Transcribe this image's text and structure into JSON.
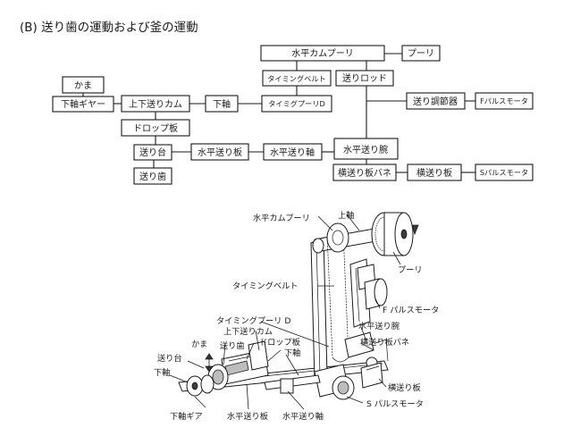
{
  "section_title": "(B)  送り歯の運動および釜の運動",
  "flow_boxes": {
    "kama": "かま",
    "kajiku_gear": "下軸ギヤー",
    "joge_okuri_cam": "上下送りカム",
    "kajiku": "下軸",
    "timing_pulley_d": "タイミグプーリD",
    "timing_belt": "タイミングベルト",
    "suihei_cam_pulley": "水平カムプーリ",
    "pulley": "プーリ",
    "okuri_rod": "送りロッド",
    "okuri_chosetsuki": "送り調節器",
    "f_pulse_motor": "Fパルスモータ",
    "drop_ita": "ドロップ板",
    "okuri_dai": "送り台",
    "suihei_okuri_ita": "水平送り板",
    "suihei_okuri_jiku": "水平送り軸",
    "suihei_okuri_ude": "水平送り腕",
    "okuri_ba": "送り歯",
    "yoko_okuri_ita_bane": "横送り板バネ",
    "yoko_okuri_ita": "横送り板",
    "s_pulse_motor": "Sパルスモータ"
  },
  "diagram_labels": {
    "suihei_cam_pulley": "水平カムプーリ",
    "jojiku": "上軸",
    "pulley": "プーリ",
    "timing_belt": "タイミングベルト",
    "f_pulse_motor": "F パルスモータ",
    "timing_pulley_d": "タイミングプーリ D",
    "joge_okuri_cam": "上下送りカム",
    "kama": "かま",
    "okuri_ba": "送り歯",
    "drop_ita": "ドロップ板",
    "suihei_okuri_ude": "水平送り腕",
    "yoko_okuri_ita_bane": "横送り板バネ",
    "okuri_dai": "送り台",
    "kajiku_left": "下軸",
    "kajiku_mid": "下軸",
    "yoko_okuri_ita": "横送り板",
    "s_pulse_motor": "S パルスモータ",
    "kajiku_gear": "下軸ギア",
    "suihei_okuri_ita": "水平送り板",
    "suihei_okuri_jiku": "水平送り軸"
  }
}
